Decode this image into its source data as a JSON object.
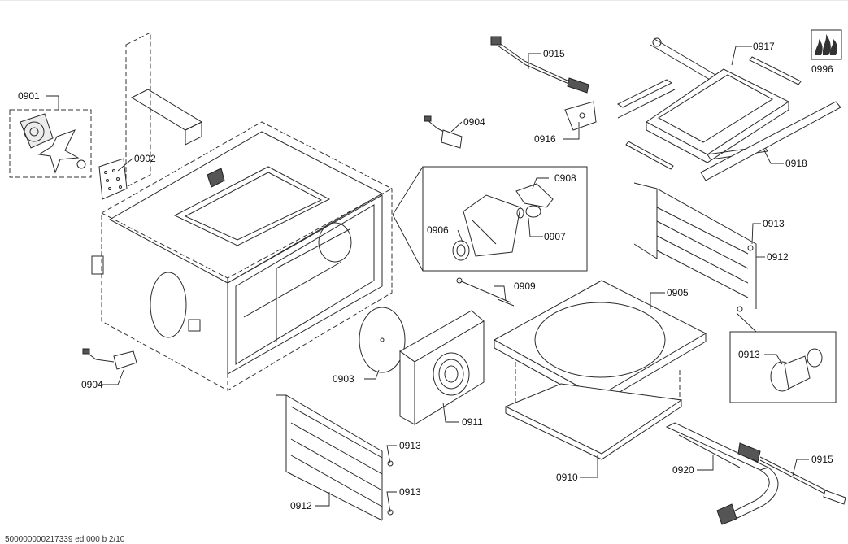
{
  "labels": {
    "p0901": "0901",
    "p0902": "0902",
    "p0903": "0903",
    "p0904_top": "0904",
    "p0904_left": "0904",
    "p0905": "0905",
    "p0906": "0906",
    "p0907": "0907",
    "p0908": "0908",
    "p0909": "0909",
    "p0910": "0910",
    "p0911": "0911",
    "p0912_left": "0912",
    "p0912_right": "0912",
    "p0913_right_top": "0913",
    "p0913_right_detail": "0913",
    "p0913_bottom_a": "0913",
    "p0913_bottom_b": "0913",
    "p0915_top": "0915",
    "p0915_bottom": "0915",
    "p0916": "0916",
    "p0917": "0917",
    "p0918": "0918",
    "p0920": "0920",
    "p0996": "0996"
  },
  "footer": "500000000217339 ed 000 b 2/10",
  "icons": [
    "flame-logo-icon"
  ]
}
